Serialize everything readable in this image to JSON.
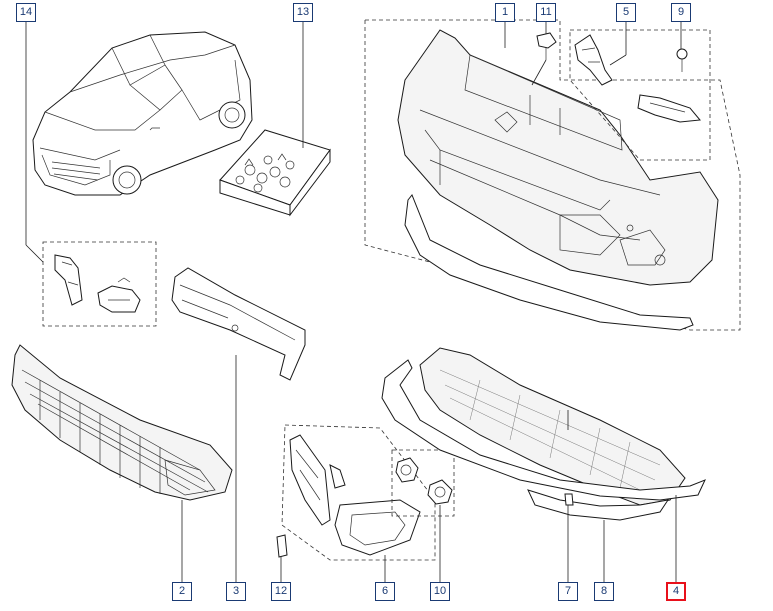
{
  "callouts": {
    "c14": "14",
    "c13": "13",
    "c1": "1",
    "c11": "11",
    "c5": "5",
    "c9": "9",
    "c2": "2",
    "c3": "3",
    "c12": "12",
    "c6": "6",
    "c10": "10",
    "c7": "7",
    "c8": "8",
    "c4": "4"
  },
  "colors": {
    "callout_border": "#1a3a73",
    "highlight_border": "#e8101b"
  }
}
